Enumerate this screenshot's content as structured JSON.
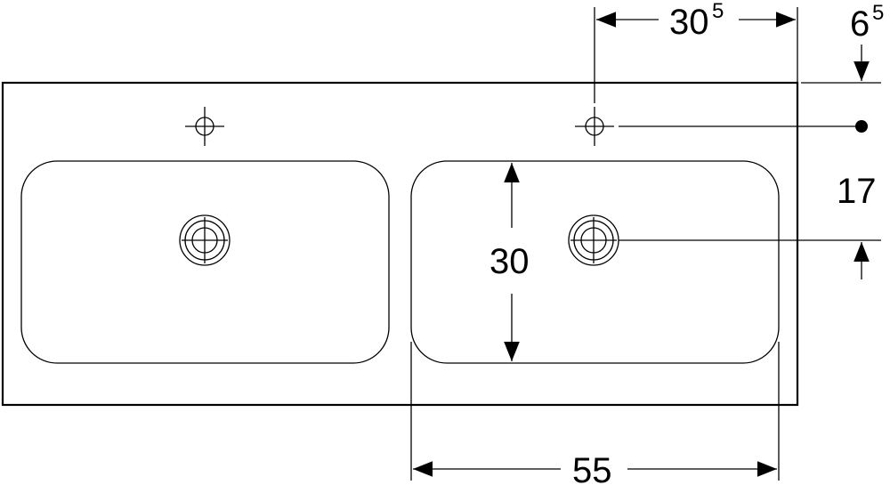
{
  "dimensions": {
    "tap_spacing": {
      "main": "30",
      "sup": "5"
    },
    "top_offset": {
      "main": "6",
      "sup": "5"
    },
    "vertical_offset": "17",
    "basin_depth": "30",
    "basin_width": "55"
  },
  "colors": {
    "line": "#000000",
    "background": "#ffffff"
  },
  "icons": [
    "tap-hole-icon",
    "drain-icon",
    "arrow-icon"
  ]
}
